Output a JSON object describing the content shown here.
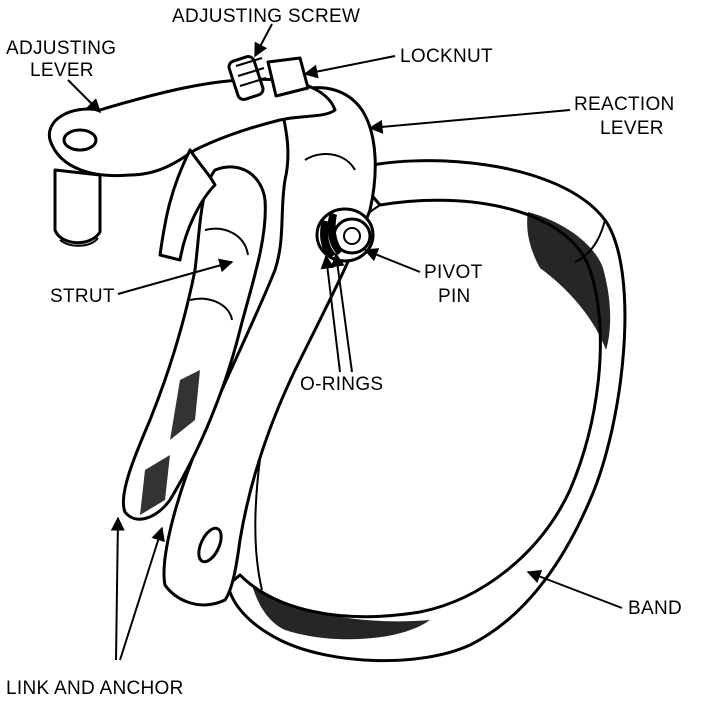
{
  "labels": {
    "adjusting_screw": "ADJUSTING SCREW",
    "adjusting_lever_1": "ADJUSTING",
    "adjusting_lever_2": "LEVER",
    "locknut": "LOCKNUT",
    "reaction_lever_1": "REACTION",
    "reaction_lever_2": "LEVER",
    "strut": "STRUT",
    "pivot_pin_1": "PIVOT",
    "pivot_pin_2": "PIN",
    "o_rings": "O-RINGS",
    "band": "BAND",
    "link_and_anchor": "LINK AND ANCHOR"
  }
}
